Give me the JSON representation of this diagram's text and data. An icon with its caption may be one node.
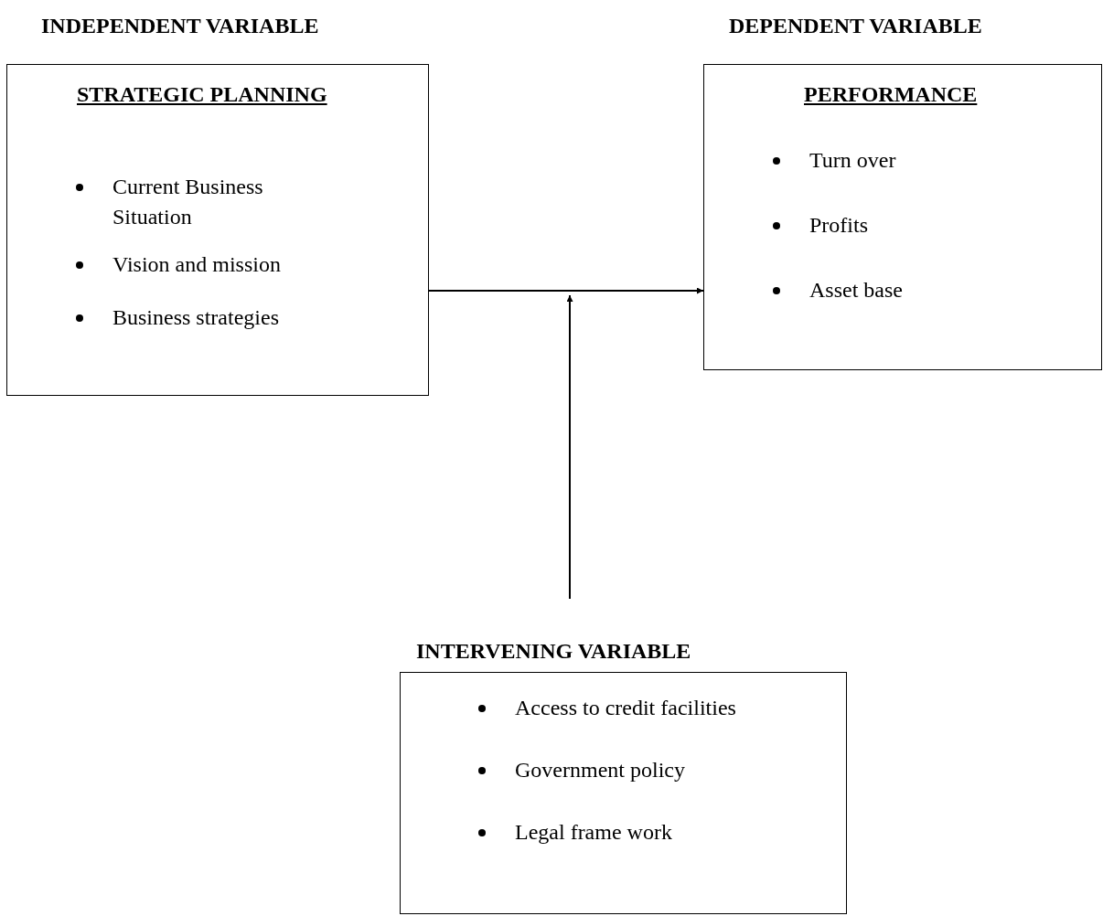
{
  "diagram": {
    "nodes": [
      {
        "text": [
          "INDEPENDENT VARIABLE",
          "STRATEGIC PLANNING",
          "Current Business Situation",
          "Vision and mission",
          "Business strategies"
        ]
      },
      {
        "text": [
          "DEPENDENT VARIABLE",
          "PERFORMANCE",
          "Turn over",
          "Profits",
          "Asset base"
        ]
      },
      {
        "text": [
          "INTERVENING VARIABLE",
          "Access to credit facilities",
          "Government policy",
          "Legal frame work"
        ]
      }
    ],
    "edges": [
      {
        "from": 0,
        "to": 1,
        "arrow": "to"
      },
      {
        "from": 2,
        "to": null,
        "arrow": "to"
      }
    ]
  }
}
